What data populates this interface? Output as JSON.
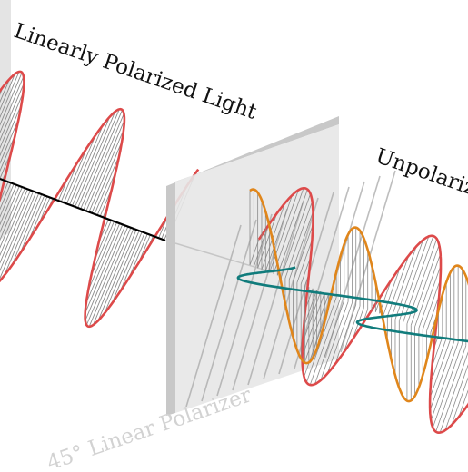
{
  "labels": {
    "linear_light": "Linearly Polarized Light",
    "unpolarized": "Unpolarized Light",
    "polarizer": "45° Linear Polarizer"
  },
  "colors": {
    "red_wave": "#dd4a4a",
    "orange_wave": "#e0861b",
    "teal_wave": "#117c7c",
    "axis": "#000000",
    "hatch": "#8a8a8a",
    "plate_face": "#e6e6e6",
    "plate_edge": "#c4c4c4",
    "label_faded": "#d4d4d4"
  }
}
